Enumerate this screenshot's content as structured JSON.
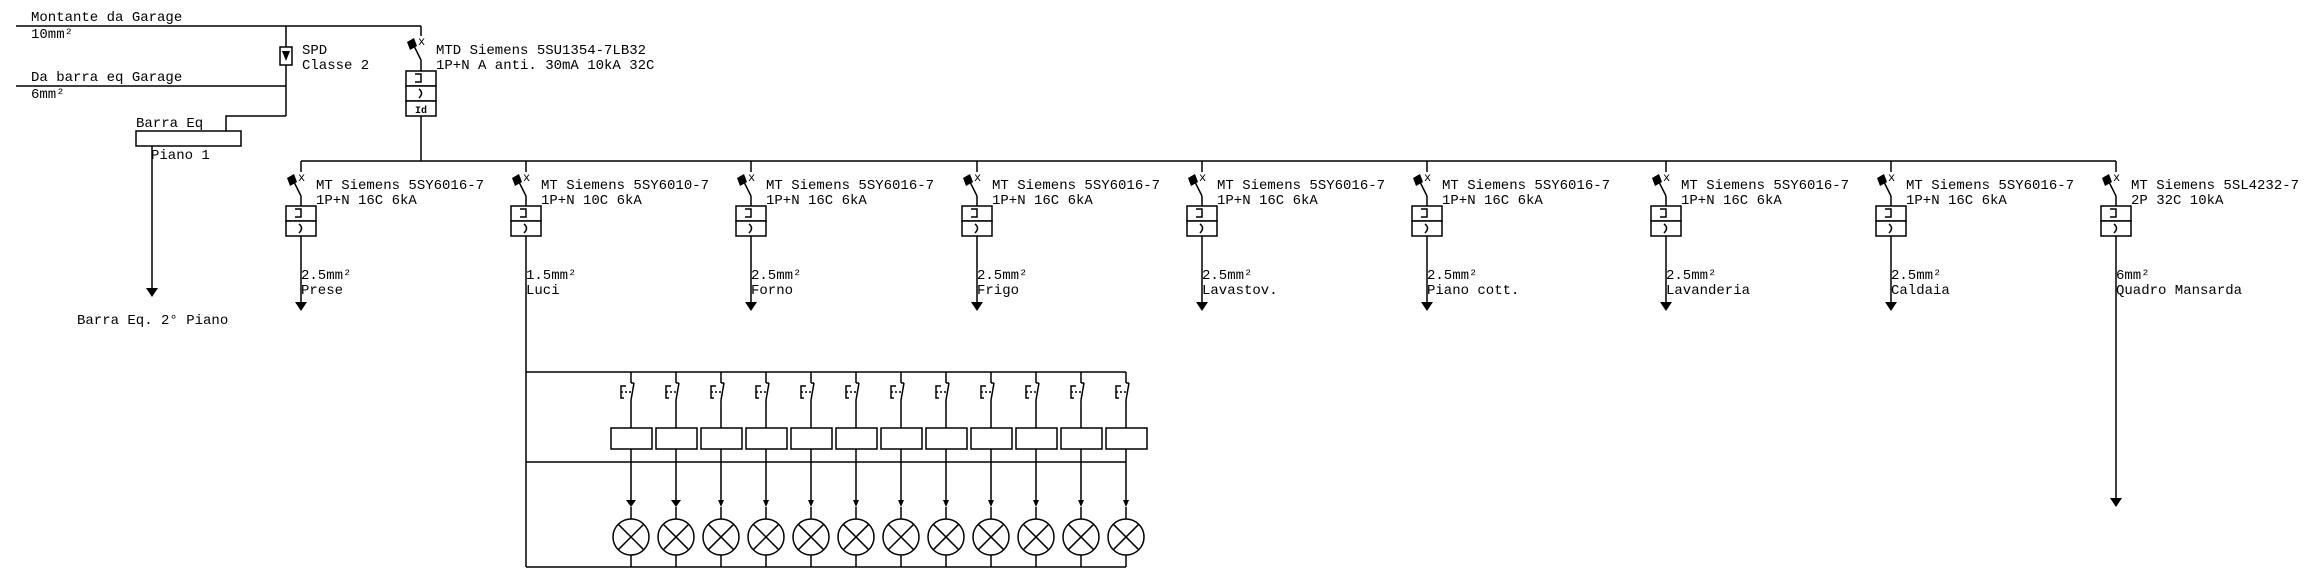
{
  "feeds": {
    "montante": {
      "label": "Montante da Garage",
      "section": "10mm²"
    },
    "barra_garage": {
      "label": "Da barra eq Garage",
      "section": "6mm²"
    }
  },
  "spd": {
    "label": "SPD",
    "class": "Classe 2"
  },
  "barra_eq": {
    "label": "Barra Eq",
    "floor": "Piano 1",
    "downstream": "Barra Eq. 2° Piano"
  },
  "main_breaker": {
    "model": "MTD Siemens 5SU1354-7LB32",
    "spec": "1P+N A anti. 30mA 10kA 32C",
    "rcd_mark": "Id"
  },
  "branches": [
    {
      "model": "MT Siemens 5SY6016-7",
      "spec": "1P+N 16C 6kA",
      "section": "2.5mm²",
      "load": "Prese"
    },
    {
      "model": "MT Siemens 5SY6010-7",
      "spec": "1P+N 10C 6kA",
      "section": "1.5mm²",
      "load": "Luci"
    },
    {
      "model": "MT Siemens 5SY6016-7",
      "spec": "1P+N 16C 6kA",
      "section": "2.5mm²",
      "load": "Forno"
    },
    {
      "model": "MT Siemens 5SY6016-7",
      "spec": "1P+N 16C 6kA",
      "section": "2.5mm²",
      "load": "Frigo"
    },
    {
      "model": "MT Siemens 5SY6016-7",
      "spec": "1P+N 16C 6kA",
      "section": "2.5mm²",
      "load": "Lavastov."
    },
    {
      "model": "MT Siemens 5SY6016-7",
      "spec": "1P+N 16C 6kA",
      "section": "2.5mm²",
      "load": "Piano cott."
    },
    {
      "model": "MT Siemens 5SY6016-7",
      "spec": "1P+N 16C 6kA",
      "section": "2.5mm²",
      "load": "Lavanderia"
    },
    {
      "model": "MT Siemens 5SY6016-7",
      "spec": "1P+N 16C 6kA",
      "section": "2.5mm²",
      "load": "Caldaia"
    },
    {
      "model": "MT Siemens 5SL4232-7",
      "spec": "2P 32C 10kA",
      "section": "6mm²",
      "load": "Quadro Mansarda"
    }
  ],
  "lighting": {
    "lamp_count": 12
  }
}
